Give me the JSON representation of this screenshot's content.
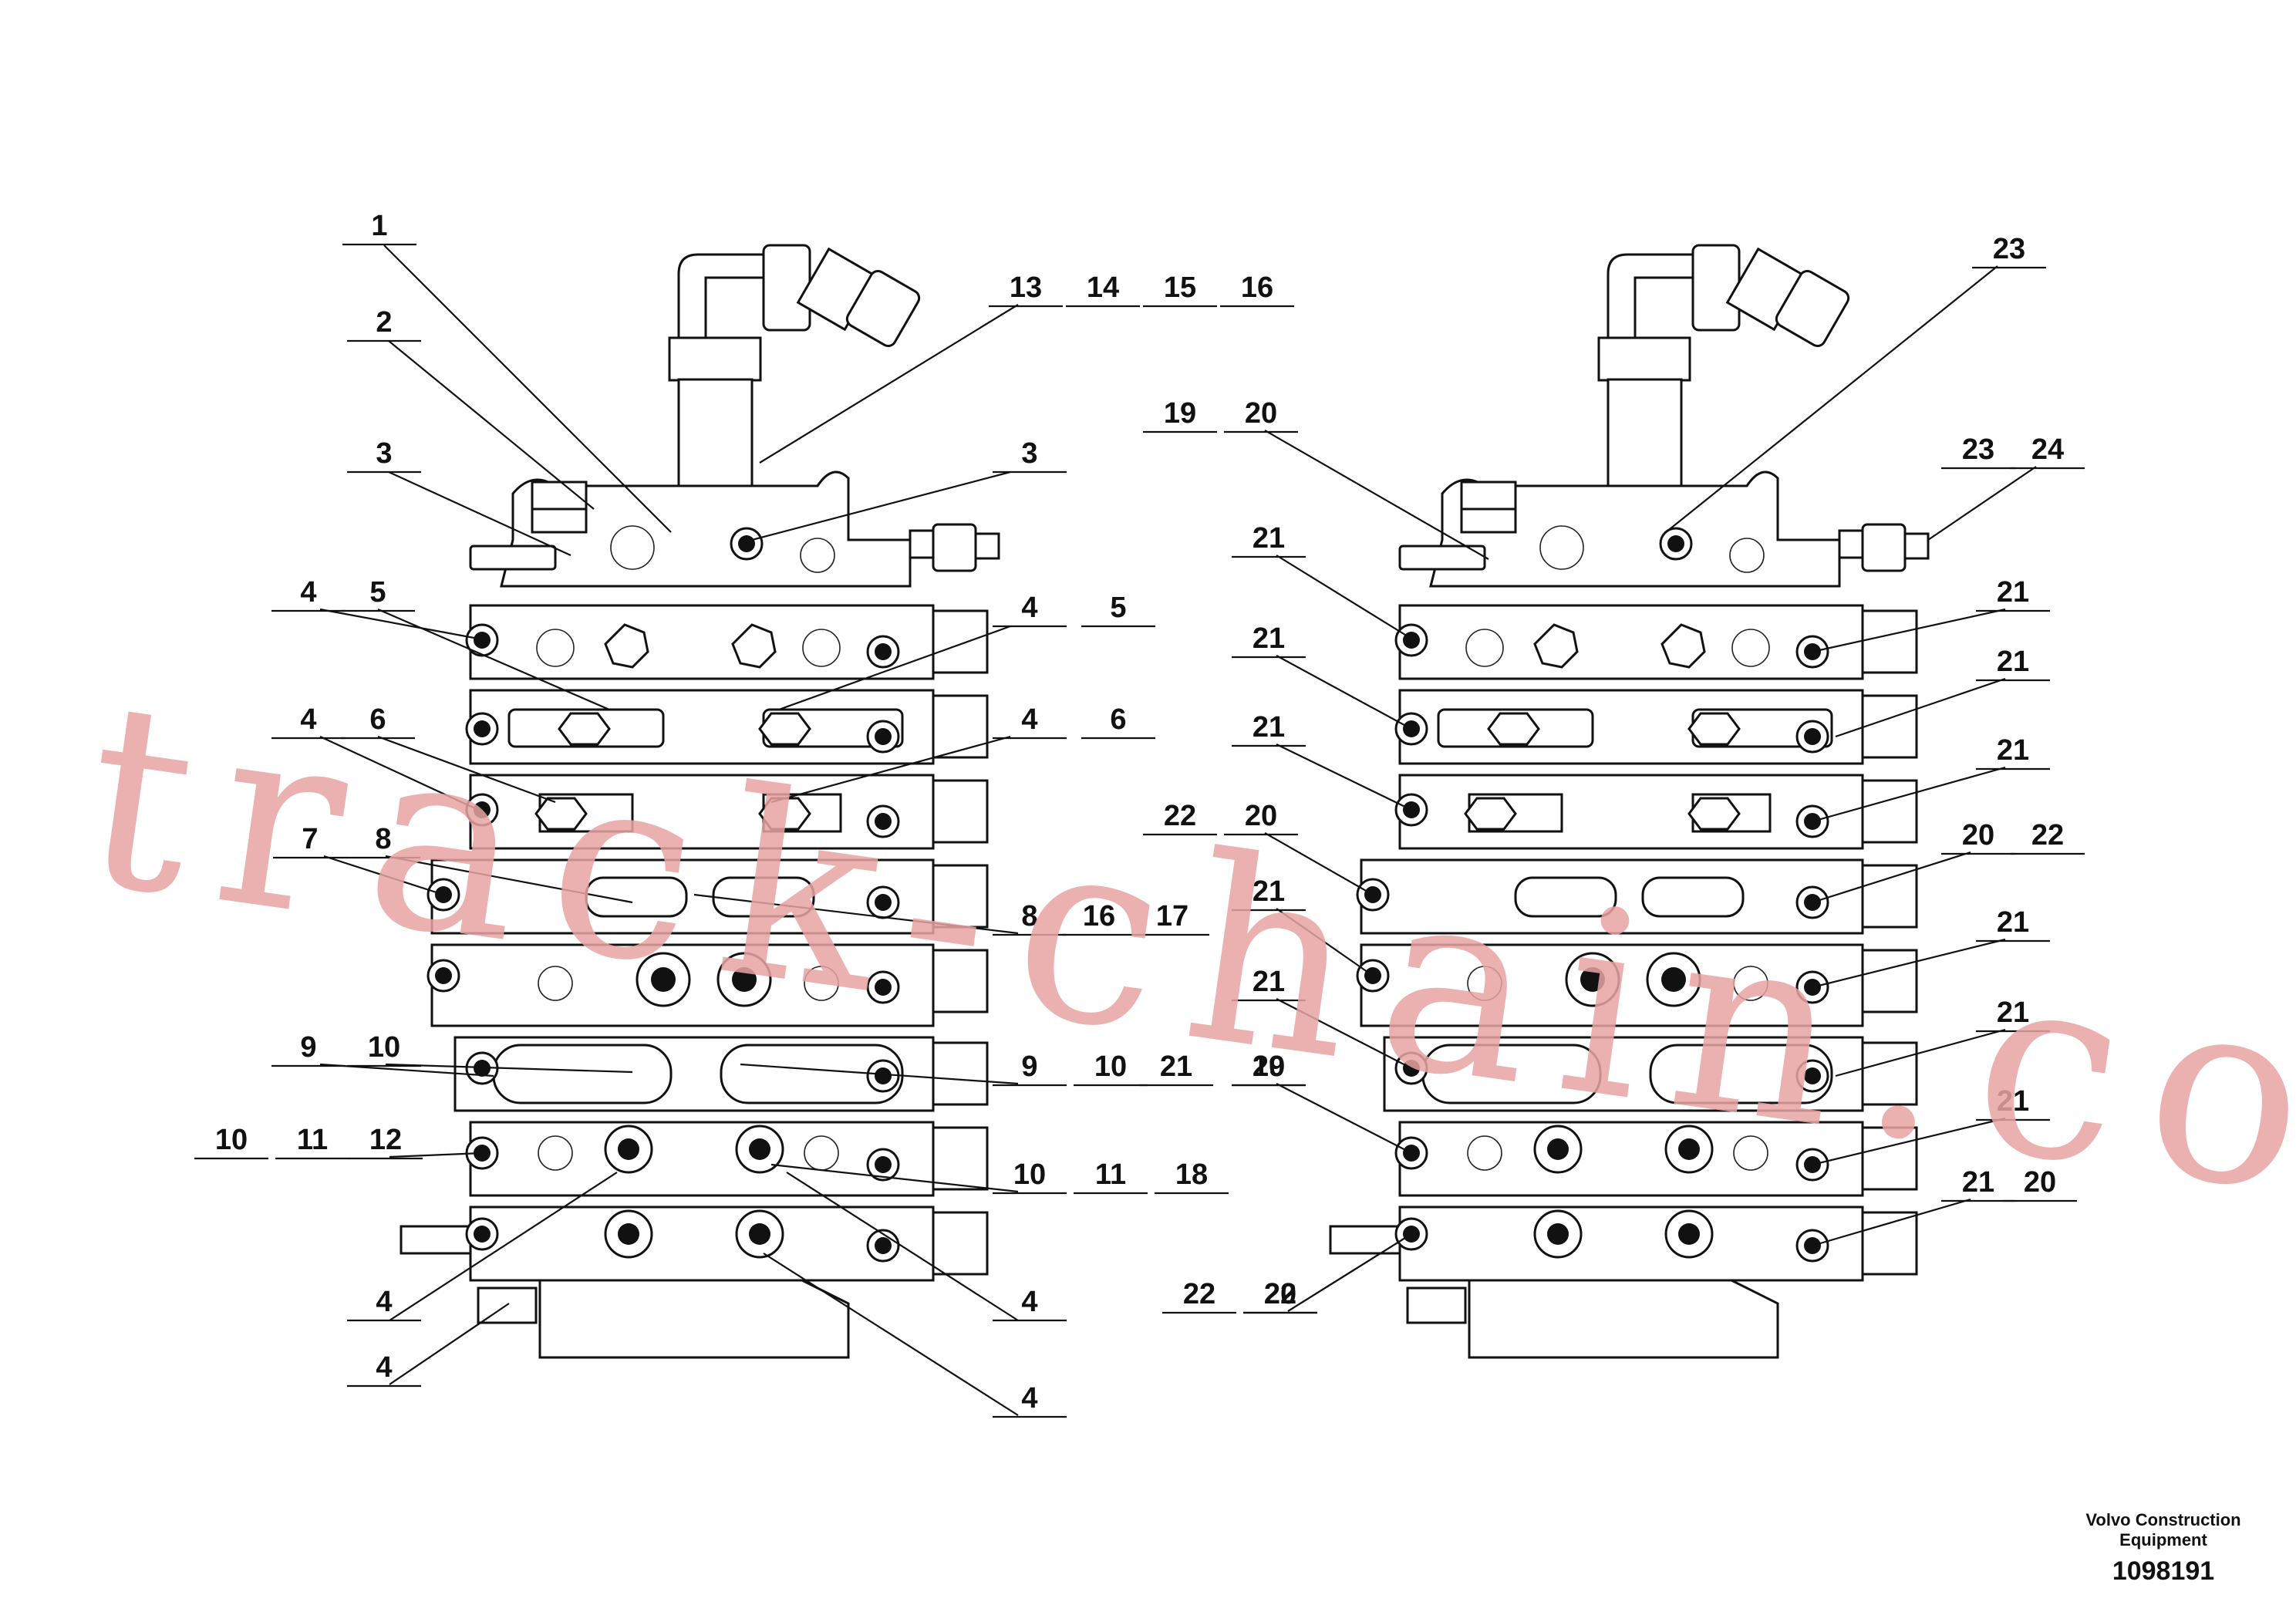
{
  "diagram": {
    "left_view": {
      "callouts": [
        "1",
        "2",
        "3",
        "3",
        "4",
        "5",
        "4",
        "5",
        "4",
        "6",
        "4",
        "6",
        "7",
        "8",
        "8",
        "16",
        "17",
        "9",
        "10",
        "9",
        "10",
        "10",
        "11",
        "12",
        "10",
        "11",
        "18",
        "4",
        "4",
        "4",
        "4",
        "13",
        "14",
        "15",
        "16"
      ]
    },
    "right_view": {
      "callouts": [
        "23",
        "19",
        "20",
        "23",
        "24",
        "21",
        "21",
        "21",
        "21",
        "21",
        "21",
        "22",
        "20",
        "20",
        "22",
        "21",
        "21",
        "21",
        "21",
        "21",
        "21",
        "19",
        "20",
        "21",
        "20",
        "22",
        "22",
        "20"
      ]
    }
  },
  "watermark": {
    "text": "track-chain.com",
    "color": "#e8a4a4"
  },
  "title_block": {
    "company_line1": "Volvo Construction",
    "company_line2": "Equipment",
    "drawing_number": "1098191"
  }
}
